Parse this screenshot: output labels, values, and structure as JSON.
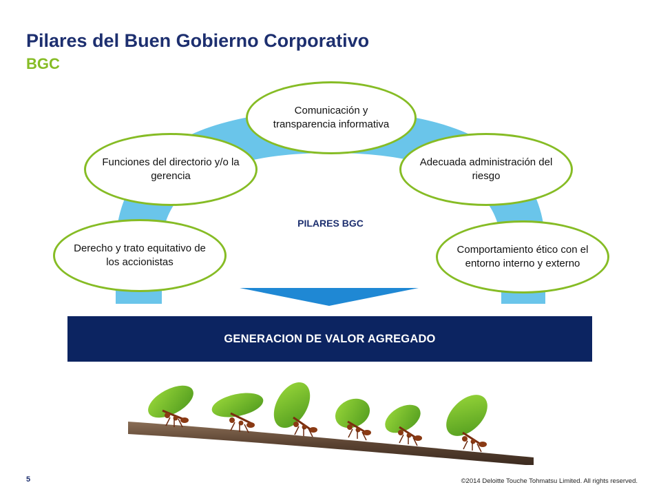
{
  "slide": {
    "title": "Pilares del Buen Gobierno Corporativo",
    "subtitle": "BGC"
  },
  "diagram": {
    "center_label": "PILARES BGC",
    "pillars": [
      "Derecho y trato equitativo de los accionistas",
      "Funciones del directorio y/o la gerencia",
      "Comunicación y transparencia informativa",
      "Adecuada administración del riesgo",
      "Comportamiento ético con el entorno interno y externo"
    ],
    "result": "GENERACION DE VALOR AGREGADO"
  },
  "footer": {
    "page_number": "5",
    "copyright": "©2014 Deloitte Touche Tohmatsu Limited. All rights reserved."
  },
  "colors": {
    "title": "#1d2f6f",
    "subtitle": "#86bc25",
    "arch": "#6ac5ea",
    "arrow": "#1f88d4",
    "bar": "#0c2461",
    "ellipse_border": "#86bc25"
  },
  "illustration": "leafcutter-ants-on-branch"
}
